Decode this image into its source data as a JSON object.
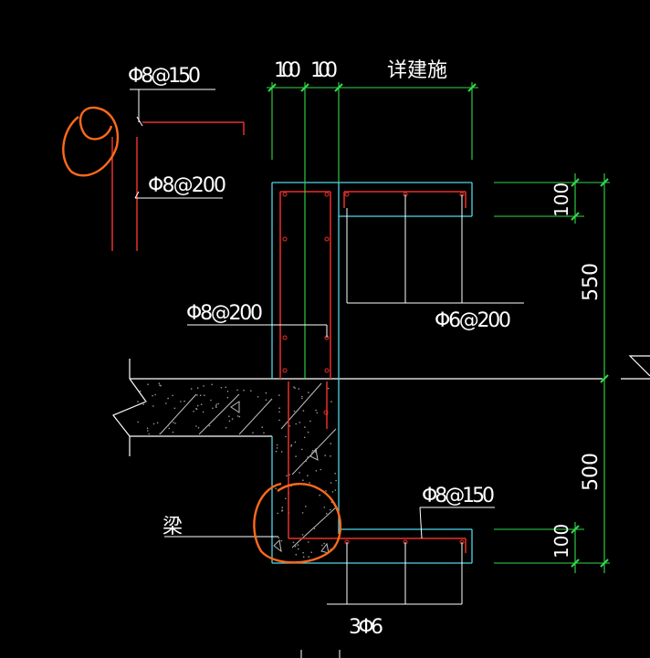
{
  "colors": {
    "background": "#000000",
    "outline": "#4fd6e8",
    "rebar": "#e8302a",
    "dimension": "#34d94a",
    "leader": "#ffffff",
    "hatch": "#c8c8c8",
    "markup": "#ff6a1a"
  },
  "labels": {
    "detail_rebar_top": "Φ8@150",
    "detail_rebar_side": "Φ8@200",
    "wall_rebar": "Φ8@200",
    "upper_ledge_rebar": "Φ6@200",
    "lower_ledge_rebar": "Φ8@150",
    "beam": "梁",
    "bottom_bars": "3Φ6"
  },
  "dimensions": {
    "top_a": "100",
    "top_b": "100",
    "top_c": "详建施",
    "right_upper_small": "100",
    "right_upper": "550",
    "right_lower": "500",
    "right_lower_small": "100"
  }
}
